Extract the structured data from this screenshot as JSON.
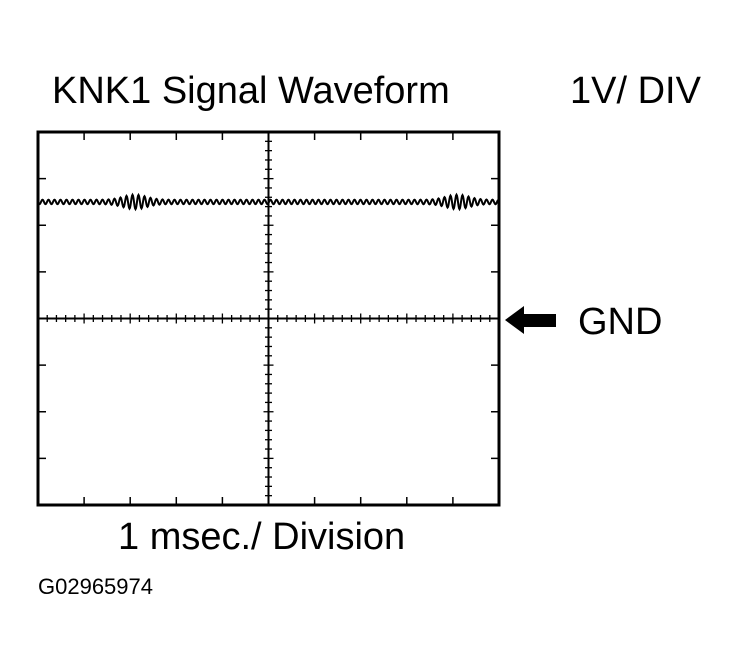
{
  "title": "KNK1 Signal Waveform",
  "vertical_scale": "1V/ DIV",
  "ground_marker": {
    "label": "GND",
    "icon": "arrow-left-icon"
  },
  "time_scale": "1 msec./ Division",
  "figure_id": "G02965974",
  "colors": {
    "ink": "#000000",
    "background": "#ffffff"
  },
  "grid": {
    "horizontal_divisions": 10,
    "vertical_divisions": 8,
    "minor_ticks_per_division": 5
  },
  "waveform": {
    "level_divisions_above_ground": 2.5,
    "burst_centers_divisions": [
      2.1,
      9.1
    ]
  }
}
